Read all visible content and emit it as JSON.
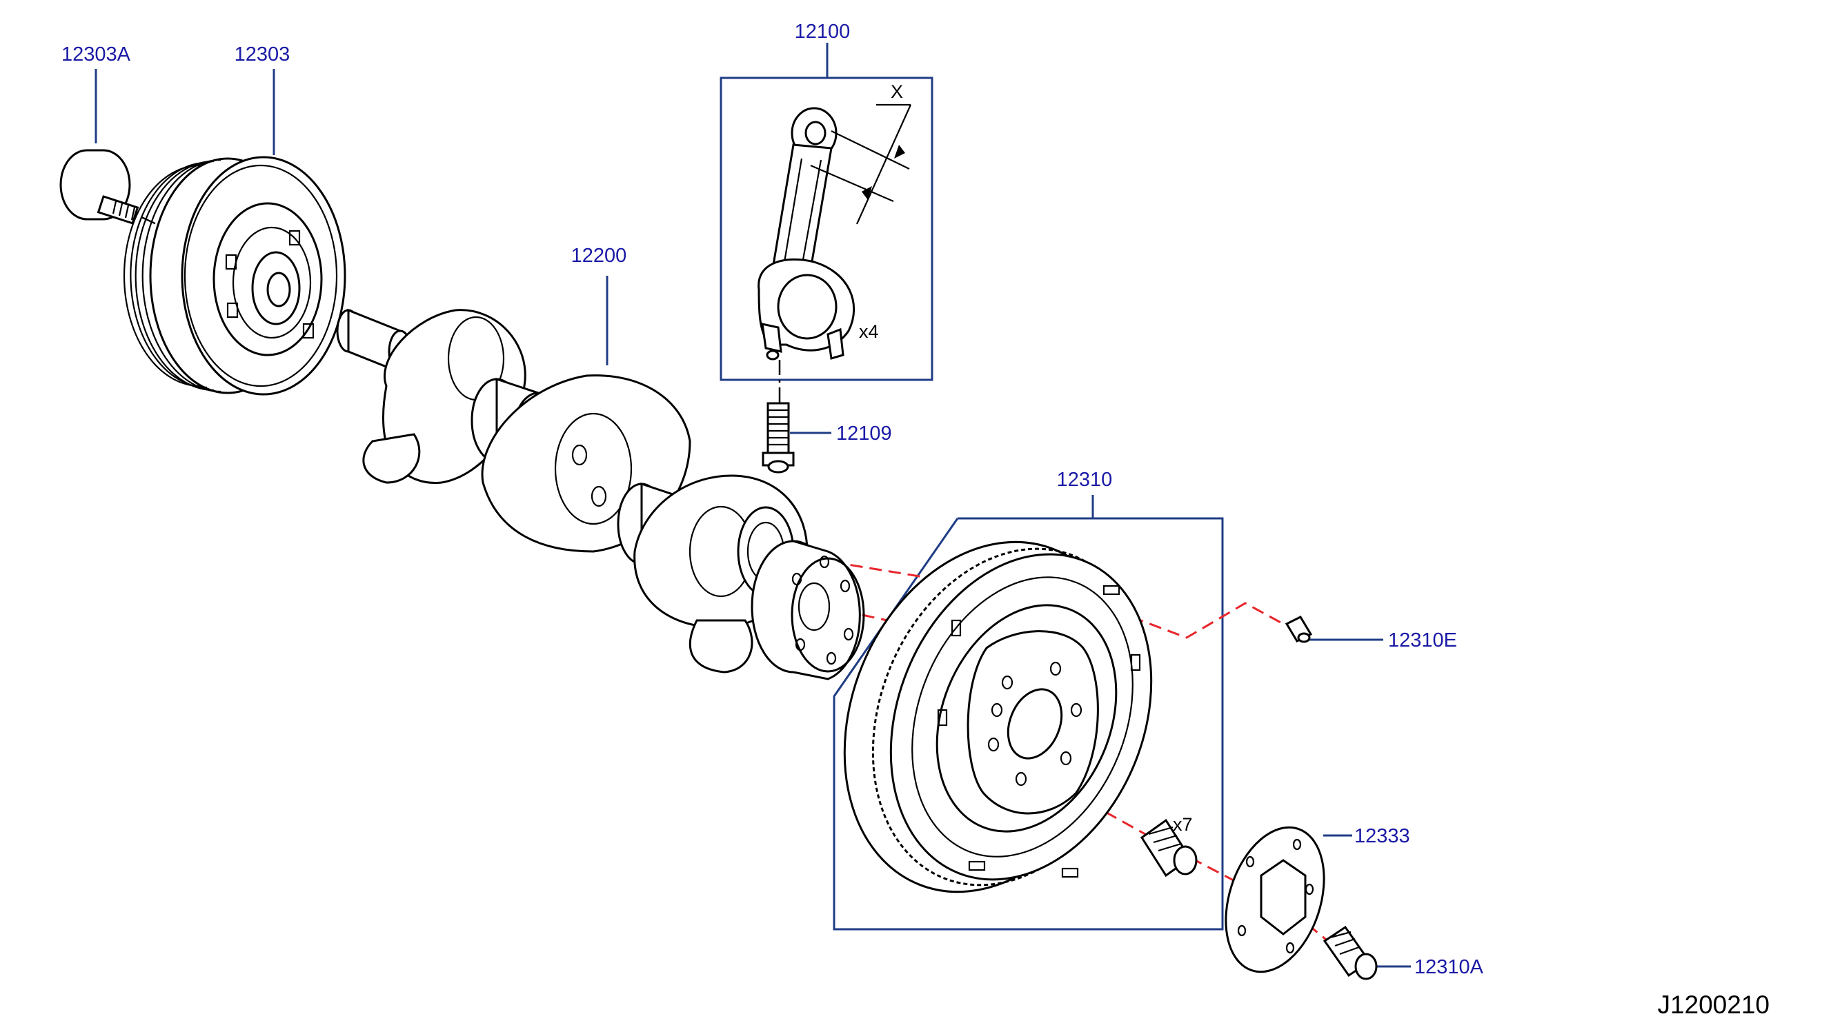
{
  "parts": {
    "crank_pulley_bolt": "12303A",
    "crank_pulley": "12303",
    "connecting_rod": "12100",
    "crankshaft": "12200",
    "rod_bolt": "12109",
    "flywheel": "12310",
    "dowel_pin": "12310E",
    "reinforcement_plate": "12333",
    "flywheel_bolt": "12310A"
  },
  "notes": {
    "dimension_x": "X",
    "rod_quantity": "x4",
    "bolt_quantity": "x7"
  },
  "diagram_ref": "J1200210",
  "colors": {
    "label": "#1a1aa6",
    "leader": "#1f3c85",
    "guide": "#e8262b",
    "line": "#000000"
  }
}
